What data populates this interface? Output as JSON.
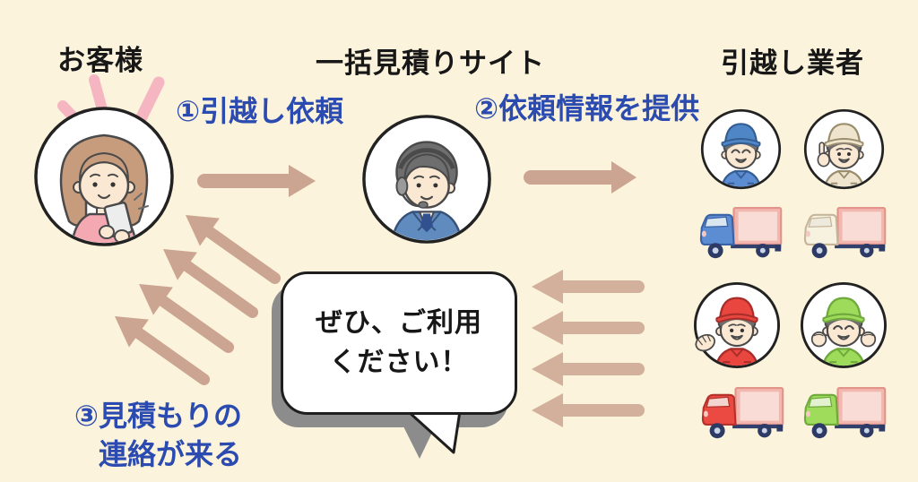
{
  "background_color": "#FBF3DB",
  "headers": {
    "customer": "お客様",
    "site": "一括見積りサイト",
    "movers": "引越し業者"
  },
  "steps": {
    "step1": "①引越し依頼",
    "step2": "②依頼情報を提供",
    "step3_line1": "③見積もりの",
    "step3_line2": "連絡が来る"
  },
  "bubble": {
    "line1": "ぜひ、ご利用",
    "line2": "ください！"
  },
  "colors": {
    "heading_text": "#171717",
    "step_text": "#2B4BB0",
    "arrow_tan": "#CBA592",
    "arrow_tan_light": "#D2B09B",
    "effect_pink": "#F6B6C1",
    "mover_blue": "#5C8CD2",
    "mover_beige": "#EFE5CE",
    "mover_red": "#E8463F",
    "mover_green": "#9EDB5B",
    "truck_cargo_pink": "#F2B7AE",
    "bubble_shadow_gray": "#8C8C8C"
  },
  "icons": {
    "customer": "woman-with-phone-icon",
    "customer_effect": "excitement-lines-icon",
    "operator": "call-center-agent-icon",
    "mover_blue": "mover-blue-cap-icon",
    "mover_beige": "mover-beige-cap-icon",
    "mover_red": "mover-red-cap-icon",
    "mover_green": "mover-green-cap-icon",
    "truck_blue": "truck-blue-icon",
    "truck_white": "truck-white-icon",
    "truck_red": "truck-red-icon",
    "truck_green": "truck-green-icon",
    "arrow_request": "arrow-right-icon",
    "arrow_provide": "arrow-right-icon",
    "arrow_quotes_back": "arrow-up-left-icon",
    "arrow_replies": "arrow-left-icon"
  }
}
